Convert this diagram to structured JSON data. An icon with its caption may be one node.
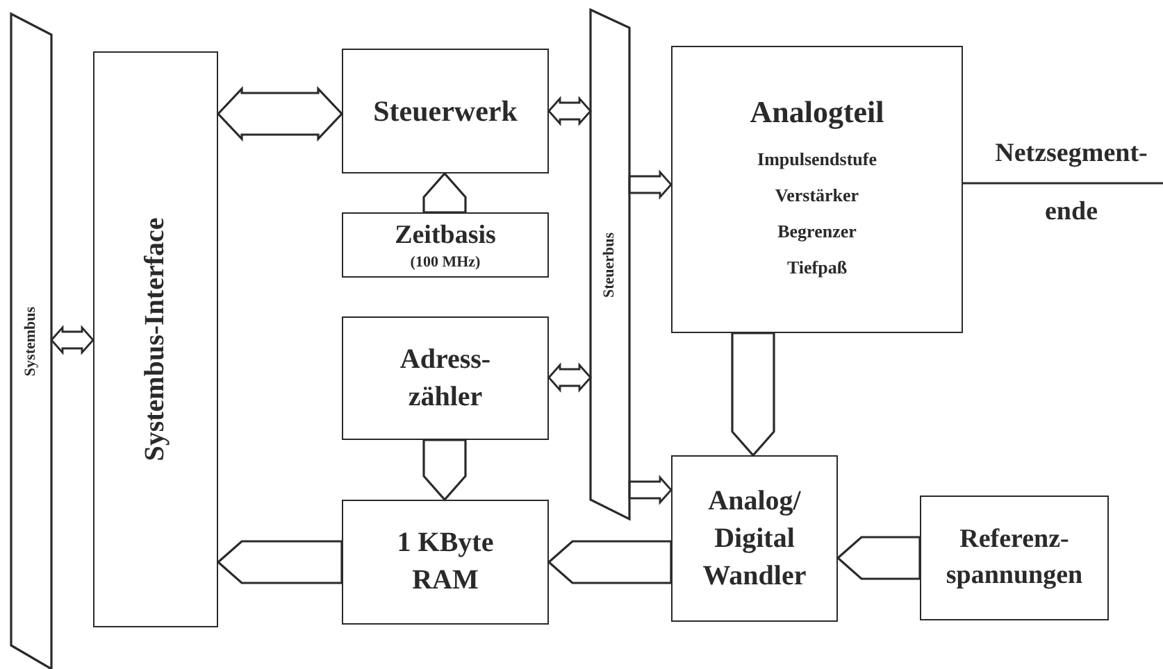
{
  "diagram": {
    "nodes": [
      {
        "text": [
          "Systembus"
        ]
      },
      {
        "text": [
          "Systembus-Interface"
        ]
      },
      {
        "text": [
          "Steuerwerk"
        ]
      },
      {
        "text": [
          "Zeitbasis",
          "(100 MHz)"
        ]
      },
      {
        "text": [
          "Adress- zähler"
        ]
      },
      {
        "text": [
          "1 KByte RAM"
        ]
      },
      {
        "text": [
          "Steuerbus"
        ]
      },
      {
        "text": [
          "Analogteil",
          "Impulsendstufe",
          "Verstärker",
          "Begrenzer",
          "Tiefpaß"
        ]
      },
      {
        "text": [
          "Analog/ Digital Wandler"
        ]
      },
      {
        "text": [
          "Referenz- spannungen"
        ]
      }
    ],
    "edges": [
      {
        "from": 0,
        "to": 1,
        "arrow": "both"
      },
      {
        "from": 1,
        "to": 2,
        "arrow": "both",
        "style": "thick"
      },
      {
        "from": 3,
        "to": 2,
        "arrow": "to",
        "style": "thick"
      },
      {
        "from": 2,
        "to": 6,
        "arrow": "both"
      },
      {
        "from": 6,
        "to": 7,
        "arrow": "to"
      },
      {
        "from": 6,
        "to": 4,
        "arrow": "both"
      },
      {
        "from": 6,
        "to": 8,
        "arrow": "to"
      },
      {
        "from": 4,
        "to": 5,
        "arrow": "to",
        "style": "thick"
      },
      {
        "from": 5,
        "to": 1,
        "arrow": "to",
        "style": "thick"
      },
      {
        "from": 8,
        "to": 5,
        "arrow": "to",
        "style": "thick"
      },
      {
        "from": 7,
        "to": 8,
        "arrow": "to",
        "style": "thick"
      },
      {
        "from": 9,
        "to": 8,
        "arrow": "to",
        "style": "thick"
      },
      {
        "from": 7,
        "to": null,
        "arrow": "none",
        "label": "Netzsegment- ende"
      }
    ]
  }
}
